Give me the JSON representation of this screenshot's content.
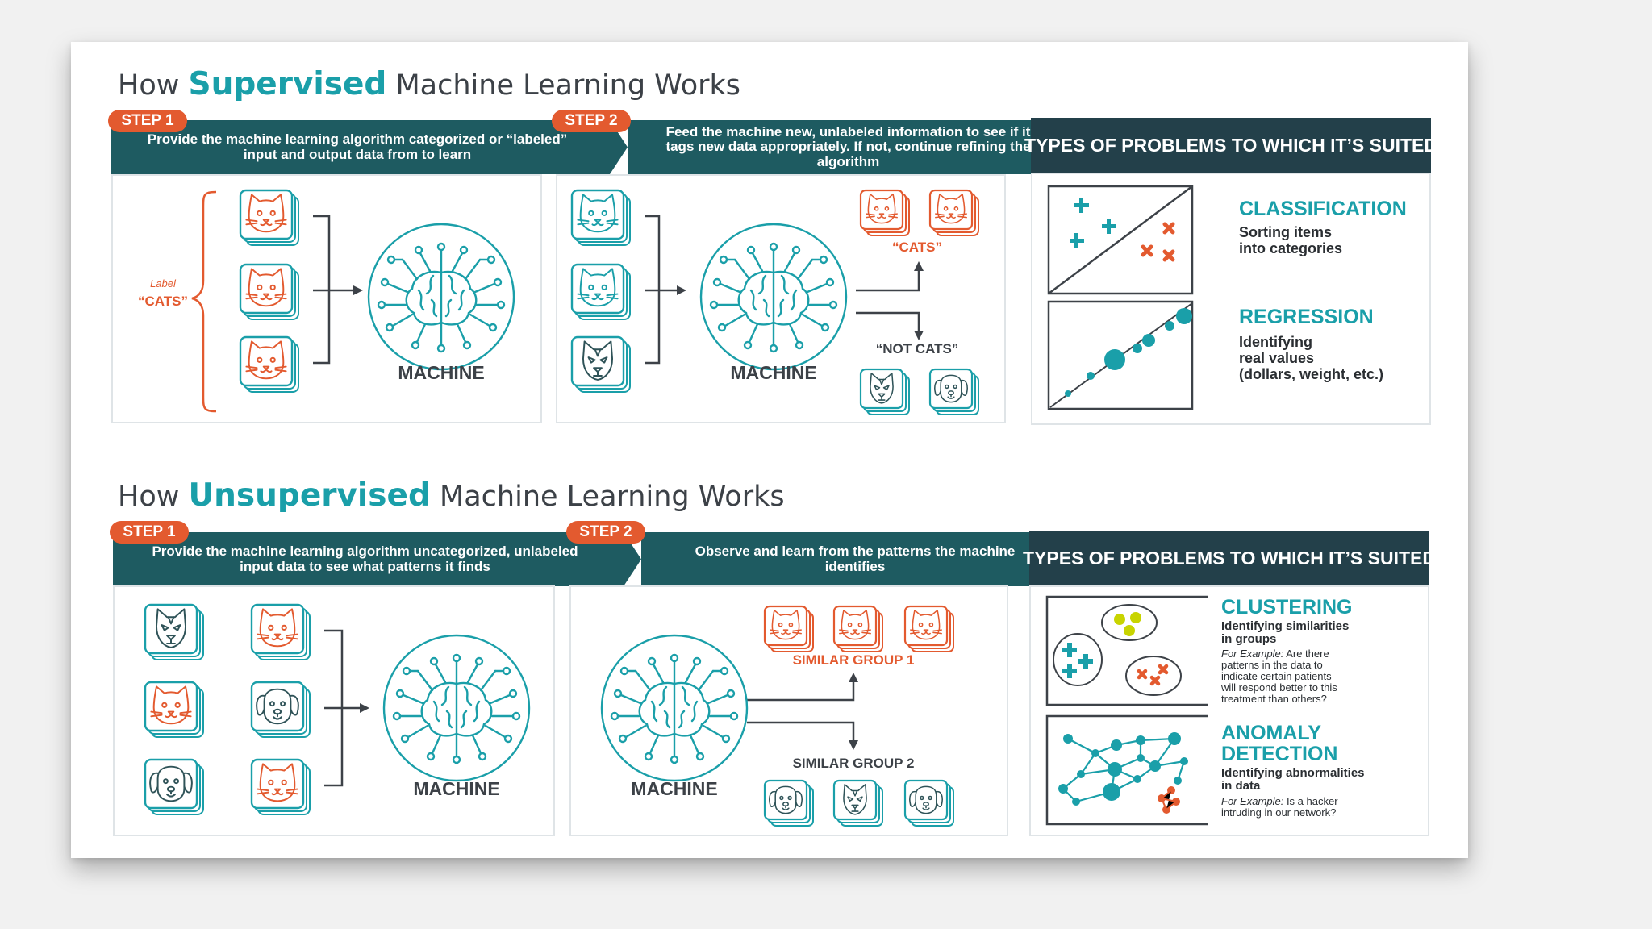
{
  "supervised": {
    "title_prefix": "How",
    "title_emphasis": "Supervised",
    "title_suffix": "Machine Learning Works",
    "step1": {
      "badge": "STEP 1",
      "description": "Provide the machine learning algorithm categorized or “labeled” input and output data from to learn",
      "label_small": "Label",
      "label_big": "“CATS”",
      "machine_label": "MACHINE"
    },
    "step2": {
      "badge": "STEP 2",
      "description": "Feed the machine new, unlabeled information to see if it tags new data appropriately. If not, continue refining the algorithm",
      "machine_label": "MACHINE",
      "output_yes": "“CATS”",
      "output_no": "“NOT CATS”"
    },
    "problems": {
      "header": "TYPES OF PROBLEMS TO WHICH IT’S SUITED",
      "items": [
        {
          "title": "CLASSIFICATION",
          "description": [
            "Sorting items",
            "into categories"
          ]
        },
        {
          "title": "REGRESSION",
          "description": [
            "Identifying",
            "real values",
            "(dollars, weight, etc.)"
          ]
        }
      ]
    }
  },
  "unsupervised": {
    "title_prefix": "How",
    "title_emphasis": "Unsupervised",
    "title_suffix": "Machine Learning Works",
    "step1": {
      "badge": "STEP 1",
      "description": "Provide the machine learning algorithm uncategorized, unlabeled input data to see what patterns it finds",
      "machine_label": "MACHINE"
    },
    "step2": {
      "badge": "STEP 2",
      "description": "Observe and learn from the patterns the machine identifies",
      "machine_label": "MACHINE",
      "group1": "SIMILAR GROUP 1",
      "group2": "SIMILAR GROUP 2"
    },
    "problems": {
      "header": "TYPES OF PROBLEMS TO WHICH IT’S SUITED",
      "items": [
        {
          "title": [
            "CLUSTERING"
          ],
          "description": [
            "Identifying similarities",
            "in groups"
          ],
          "example_label": "For Example:",
          "example": [
            "Are there",
            "patterns in the data to",
            "indicate certain patients",
            "will respond better to this",
            "treatment than others?"
          ]
        },
        {
          "title": [
            "ANOMALY",
            "DETECTION"
          ],
          "description": [
            "Identifying abnormalities",
            "in data"
          ],
          "example_label": "For Example:",
          "example": [
            "Is a hacker",
            "intruding in our network?"
          ]
        }
      ]
    }
  },
  "colors": {
    "teal": "#1a9fa9",
    "dark_teal": "#1e5b61",
    "navy_header": "#23404a",
    "orange": "#e35a2f",
    "text_dark": "#3c4147"
  },
  "icons": {
    "machine": "brain-circuit-icon",
    "cat": "cat-face-icon",
    "dog": "dog-face-icon",
    "wolf": "husky-face-icon"
  }
}
